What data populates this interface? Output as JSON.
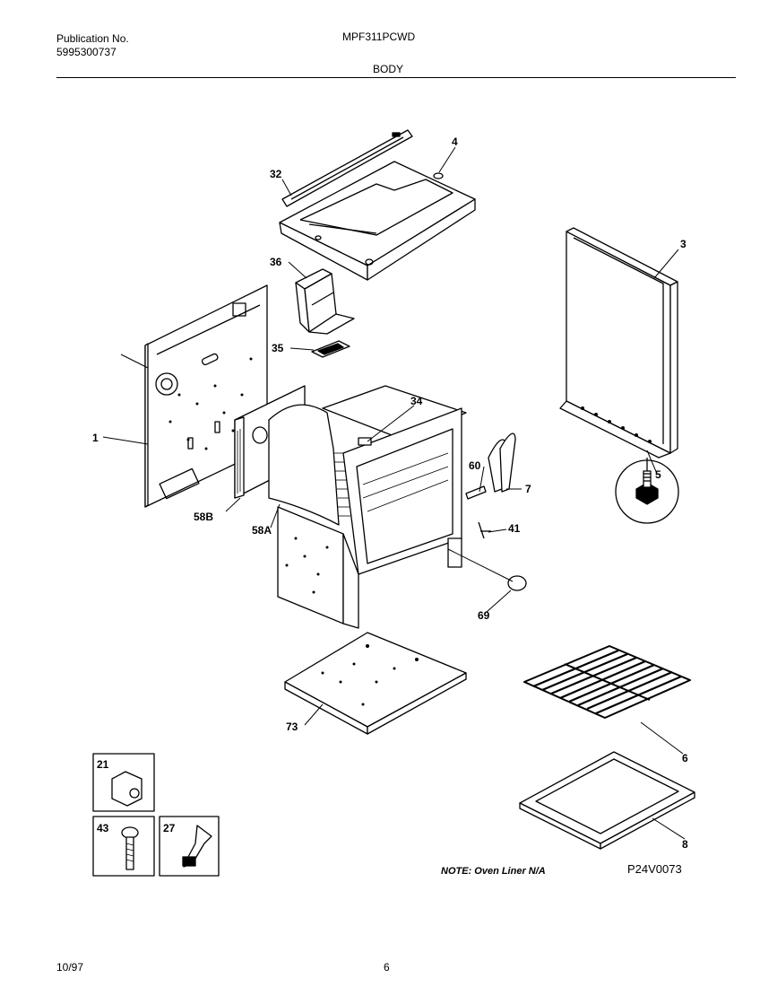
{
  "header": {
    "publication_label": "Publication No.",
    "publication_number": "5995300737",
    "model": "MPF311PCWD",
    "section": "BODY"
  },
  "footer": {
    "date": "10/97",
    "page": "6"
  },
  "diagram": {
    "note": "NOTE: Oven Liner N/A",
    "drawing_code": "P24V0073",
    "callouts": [
      "4",
      "32",
      "3",
      "36",
      "35",
      "34",
      "1",
      "60",
      "7",
      "5",
      "58B",
      "58A",
      "41",
      "69",
      "73",
      "6",
      "8",
      "21",
      "43",
      "27"
    ]
  }
}
